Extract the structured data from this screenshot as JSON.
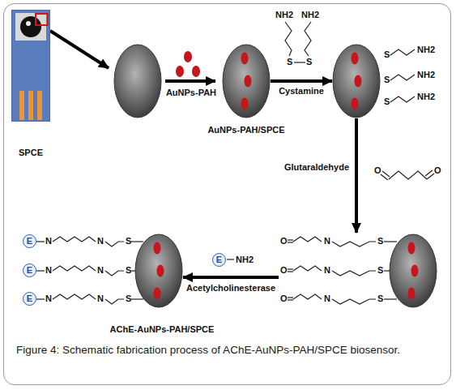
{
  "diagram": {
    "caption": "Figure 4: Schematic fabrication process of AChE-AuNPs-PAH/SPCE biosensor.",
    "nodes": [
      {
        "text": [
          "SPCE"
        ]
      },
      {
        "text": [
          "AuNPs-PAH/SPCE"
        ]
      },
      {
        "text": [
          "S",
          "NH2",
          "S",
          "NH2",
          "S",
          "NH2"
        ]
      },
      {
        "text": [
          "O",
          "N",
          "S",
          "O",
          "N",
          "S",
          "O",
          "N",
          "S"
        ]
      },
      {
        "text": [
          "AChE-AuNPs-PAH/SPCE",
          "E",
          "N",
          "N",
          "S",
          "E",
          "N",
          "N",
          "S",
          "E",
          "N",
          "N",
          "S"
        ]
      }
    ],
    "edges": [
      {
        "from": 1,
        "to": 2,
        "label": "Cystamine",
        "arrow": "to"
      },
      {
        "from": 2,
        "to": 3,
        "label": "Glutaraldehyde",
        "arrow": "to"
      },
      {
        "from": 3,
        "to": 4,
        "label": "Acetylcholinesterase",
        "arrow": "to"
      }
    ],
    "labels": [
      "AuNPs-PAH",
      "NH2",
      "NH2",
      "S",
      "S",
      "O",
      "O",
      "E",
      "NH2"
    ]
  }
}
